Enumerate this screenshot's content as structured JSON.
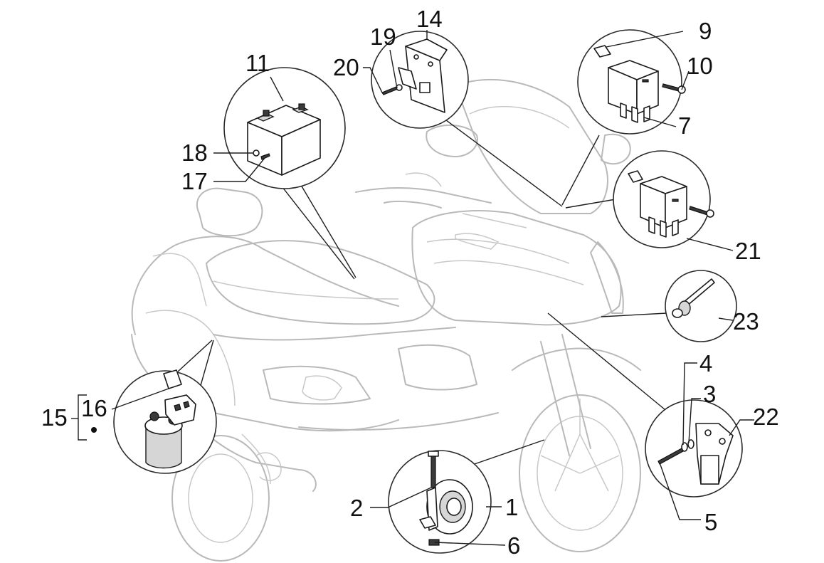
{
  "callouts": {
    "c1": "1",
    "c2": "2",
    "c3": "3",
    "c4": "4",
    "c5": "5",
    "c6": "6",
    "c7": "7",
    "c9": "9",
    "c10": "10",
    "c11": "11",
    "c14": "14",
    "c15": "15",
    "c16": "16",
    "c17": "17",
    "c18": "18",
    "c19": "19",
    "c20": "20",
    "c21": "21",
    "c22": "22",
    "c23": "23"
  },
  "parts": {
    "horn": "horn-icon",
    "battery": "battery-icon",
    "relay": "relay-icon",
    "starter_solenoid": "solenoid-icon",
    "bracket": "bracket-icon",
    "screw": "screw-icon",
    "scooter": "scooter-silhouette"
  },
  "colors": {
    "background": "#ffffff",
    "scooter_outline": "#b9b9b9",
    "parts_outline": "#1a1a1a",
    "text": "#111111"
  }
}
